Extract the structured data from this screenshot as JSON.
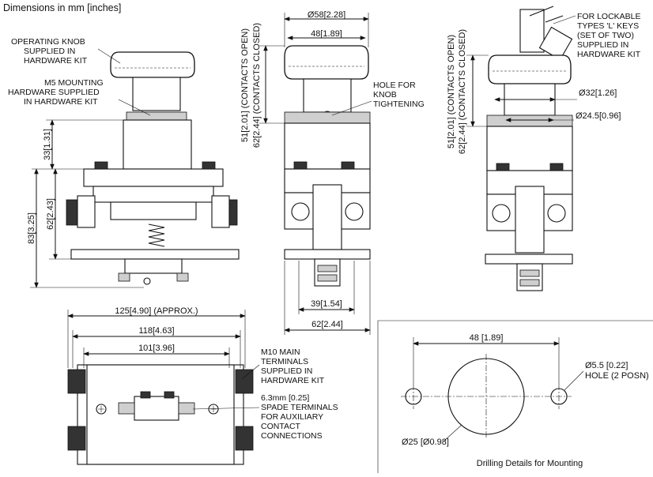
{
  "header": {
    "title": "Dimensions in mm [inches]"
  },
  "side_view": {
    "callouts": {
      "operating_knob": [
        "OPERATING KNOB",
        "SUPPLIED IN",
        "HARDWARE KIT"
      ],
      "m5_mounting": [
        "M5 MOUNTING",
        "HARDWARE SUPPLIED",
        "IN HARDWARE KIT"
      ]
    },
    "dims": {
      "knob_height": "33[1.31]",
      "body_height": "62[2.43]",
      "total_height": "83[3.25]"
    }
  },
  "front_view": {
    "dims": {
      "knob_dia": "Ø58[2.28]",
      "knob_width": "48[1.89]",
      "height_open": "51[2.01] (CONTACTS OPEN)",
      "height_closed": "62[2.44] (CONTACTS CLOSED)",
      "inner_width": "39[1.54]",
      "base_width": "62[2.44]"
    },
    "callouts": {
      "hole_for_knob": [
        "HOLE FOR",
        "KNOB",
        "TIGHTENING"
      ]
    }
  },
  "lockable_view": {
    "callouts": {
      "keys": [
        "FOR LOCKABLE",
        "TYPES 'L' KEYS",
        "(SET OF TWO)",
        "SUPPLIED IN",
        "HARDWARE KIT"
      ]
    },
    "dims": {
      "height_open": "51[2.01] (CONTACTS OPEN)",
      "height_closed": "62[2.44] (CONTACTS CLOSED)",
      "shaft_dia": "Ø32[1.26]",
      "collar_dia": "Ø24.5[0.96]"
    }
  },
  "top_view": {
    "dims": {
      "overall": "125[4.90] (APPROX.)",
      "middle": "118[4.63]",
      "inner": "101[3.96]"
    },
    "callouts": {
      "m10": [
        "M10 MAIN",
        "TERMINALS",
        "SUPPLIED IN",
        "HARDWARE KIT"
      ],
      "spade": [
        "6.3mm [0.25]",
        "SPADE TERMINALS",
        "FOR AUXILIARY",
        "CONTACT",
        "CONNECTIONS"
      ]
    }
  },
  "drilling": {
    "spacing": "48 [1.89]",
    "hole_label": [
      "Ø5.5 [0.22]",
      "HOLE (2 POSN)"
    ],
    "center_hole": "Ø25 [Ø0.98]",
    "caption": "Drilling Details for Mounting"
  }
}
